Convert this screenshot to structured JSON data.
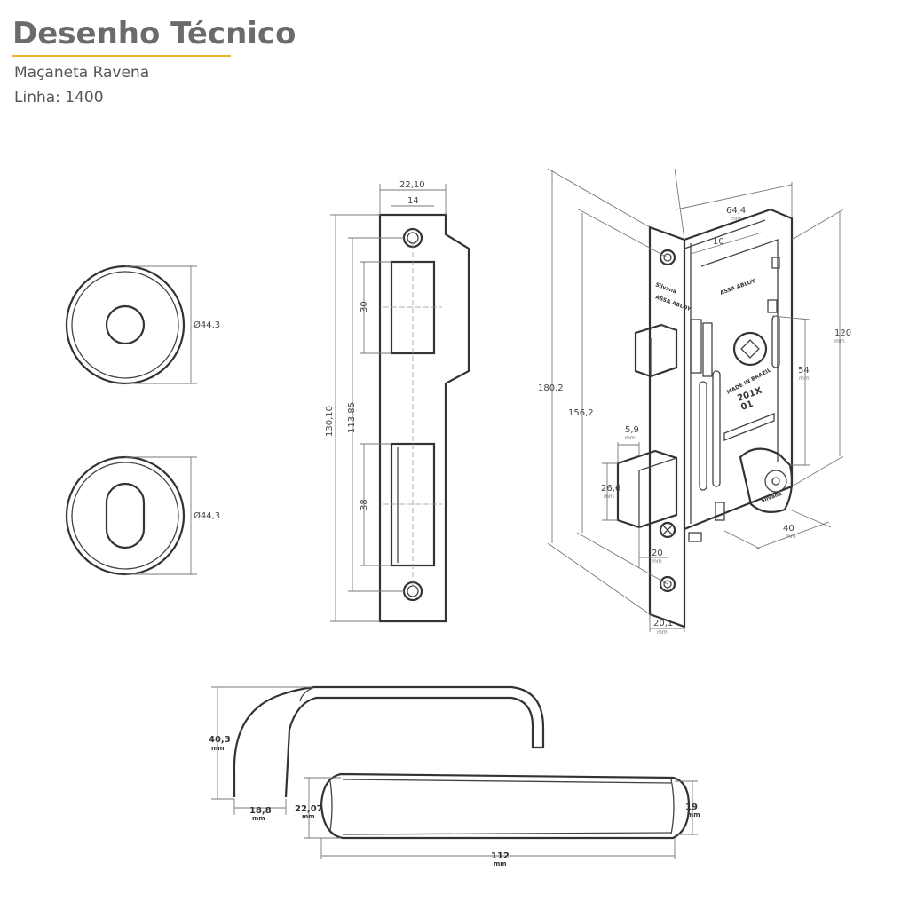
{
  "header": {
    "title": "Desenho Técnico",
    "product": "Maçaneta Ravena",
    "line": "Linha: 1400"
  },
  "rosettes": {
    "round_dim": "Ø44,3",
    "oval_dim": "Ø44,3"
  },
  "strike_plate": {
    "width_outer": "22,10",
    "width_inner": "14",
    "height_total": "130,10",
    "hole_spacing": "113,85",
    "upper_opening": "30",
    "lower_opening": "38"
  },
  "lock_body": {
    "height_total": "180,2",
    "hole_spacing": "156,2",
    "depth": "64,4",
    "backset_top": "10",
    "body_height": "120",
    "handle_to_cylinder": "54",
    "latch_width": "5,9",
    "latch_height": "26,6",
    "front_offset": "20",
    "faceplate_width": "20,1",
    "cylinder_backset": "40",
    "unit": "mm",
    "labels": {
      "brand": "Silvana",
      "assa": "ASSA ABLOY",
      "made_in": "MADE IN BRAZIL",
      "model": "201X",
      "code": "01"
    }
  },
  "handle": {
    "height": "40,3",
    "rose_depth": "18,8",
    "grip_height_front": "22,07",
    "grip_height_back": "19",
    "length": "112",
    "unit": "mm"
  }
}
